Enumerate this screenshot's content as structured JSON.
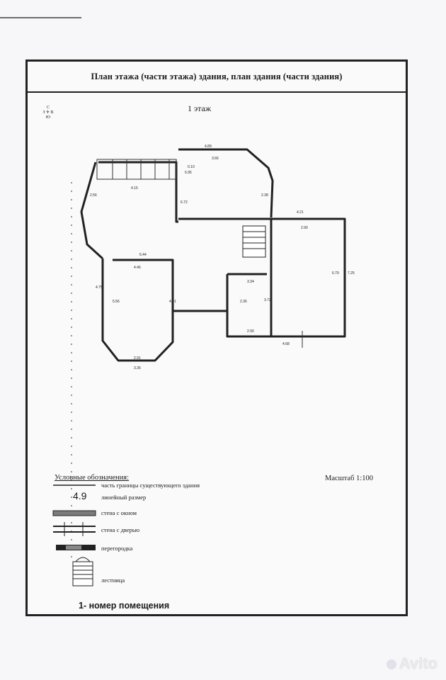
{
  "header": {
    "title": "План этажа (части этажа) здания, план здания (части здания)",
    "floor": "1 этаж"
  },
  "compass": {
    "north": "С",
    "west": "З",
    "east": "В",
    "south": "Ю"
  },
  "plan": {
    "dimensions": [
      "4.15",
      "4.89",
      "3.66",
      "6.95",
      "4.21",
      "2.90",
      "6.79",
      "7.25",
      "6.44",
      "4.46",
      "3.34",
      "2.90",
      "4.68",
      "2.91",
      "3.36",
      "4.75",
      "5.56",
      "4.91",
      "3.72",
      "2.36",
      "2.38",
      "6.72",
      "2.56",
      "0.10"
    ]
  },
  "legend": {
    "title": "Условные обозначения:",
    "scale": "Масштаб 1:100",
    "items": [
      {
        "symbol": "",
        "label": "часть границы существующего здания"
      },
      {
        "symbol": "4.9",
        "label": "линейный размер"
      },
      {
        "symbol": "",
        "label": "стена с окном"
      },
      {
        "symbol": "",
        "label": "стена с дверью"
      },
      {
        "symbol": "",
        "label": "перегородка"
      },
      {
        "symbol": "",
        "label": "лестница"
      }
    ],
    "room_number": "1- номер помещения"
  },
  "watermark": "Avito"
}
